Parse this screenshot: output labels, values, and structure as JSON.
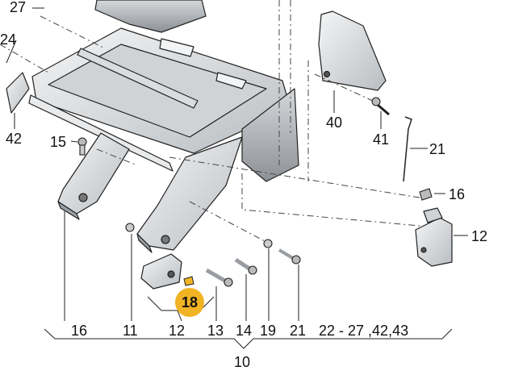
{
  "callouts": {
    "c27": "27",
    "c24": "24",
    "c42": "42",
    "c15": "15",
    "c40": "40",
    "c41": "41",
    "c21_right": "21",
    "c16_right": "16",
    "c12_right": "12",
    "c18_highlight": "18"
  },
  "bottom_row": {
    "c16": "16",
    "c11": "11",
    "c12": "12",
    "c13": "13",
    "c14": "14",
    "c19": "19",
    "c21": "21",
    "c22_range": "22 - 27 ,42,43"
  },
  "assembly": {
    "c10": "10"
  },
  "colors": {
    "highlight": "#f0b323",
    "line": "#222222",
    "part_fill": "#e4e6e8"
  }
}
